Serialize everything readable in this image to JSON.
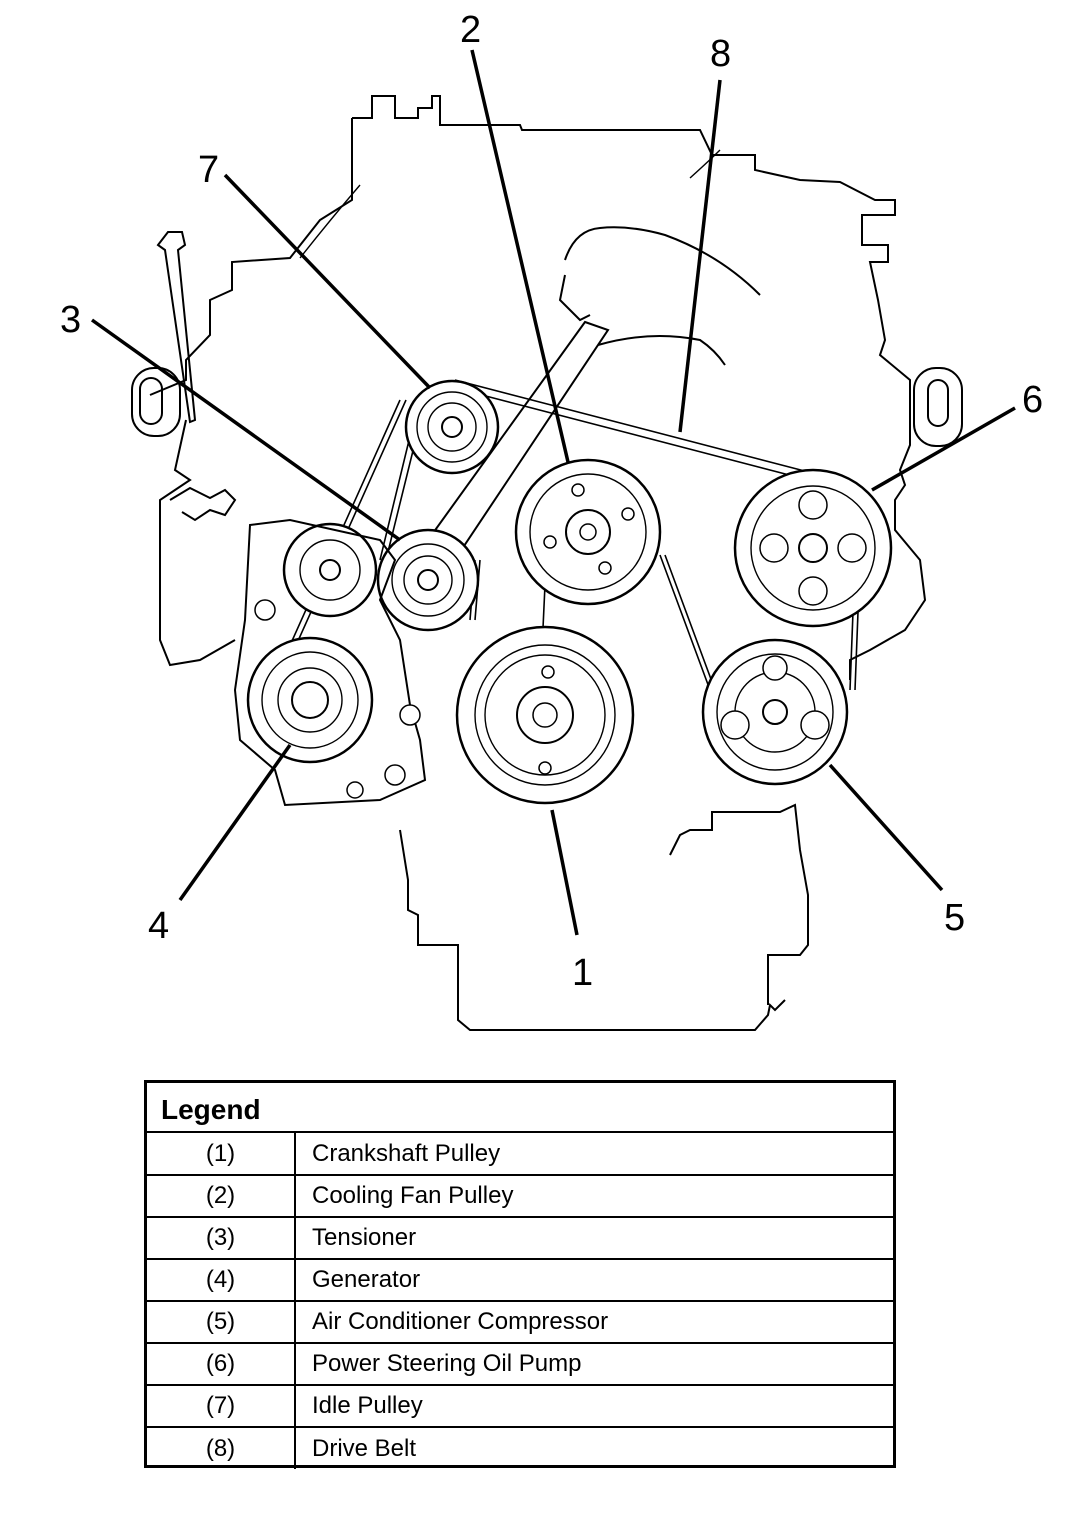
{
  "callouts": [
    "1",
    "2",
    "3",
    "4",
    "5",
    "6",
    "7",
    "8"
  ],
  "legend": {
    "title": "Legend",
    "rows": [
      {
        "num": "(1)",
        "desc": "Crankshaft Pulley"
      },
      {
        "num": "(2)",
        "desc": "Cooling Fan Pulley"
      },
      {
        "num": "(3)",
        "desc": "Tensioner"
      },
      {
        "num": "(4)",
        "desc": "Generator"
      },
      {
        "num": "(5)",
        "desc": "Air Conditioner Compressor"
      },
      {
        "num": "(6)",
        "desc": "Power Steering Oil Pump"
      },
      {
        "num": "(7)",
        "desc": "Idle Pulley"
      },
      {
        "num": "(8)",
        "desc": "Drive Belt"
      }
    ]
  }
}
